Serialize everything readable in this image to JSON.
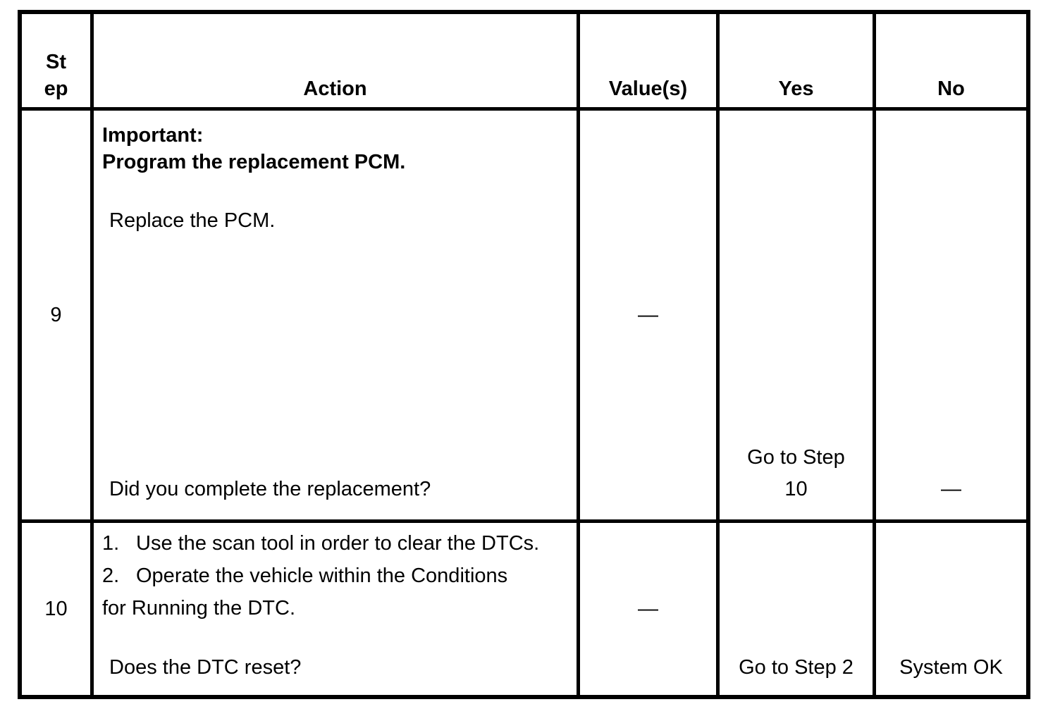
{
  "table": {
    "header": {
      "step": "St\nep",
      "action": "Action",
      "values": "Value(s)",
      "yes": "Yes",
      "no": "No"
    },
    "rows": [
      {
        "step": "9",
        "action": {
          "important_label": "Important:",
          "important_text": "Program the replacement PCM.",
          "instruction": "Replace the PCM.",
          "question": "Did you complete the replacement?"
        },
        "values": "—",
        "yes": "Go to Step\n10",
        "no": "—"
      },
      {
        "step": "10",
        "action": {
          "items": [
            {
              "num": "1.",
              "text": "Use the scan tool in order to clear the DTCs."
            },
            {
              "num": "2.",
              "text": "Operate the vehicle within the Conditions"
            }
          ],
          "continuation": "for Running the DTC.",
          "question": "Does the DTC reset?"
        },
        "values": "—",
        "yes": "Go to Step 2",
        "no": "System OK"
      }
    ]
  }
}
